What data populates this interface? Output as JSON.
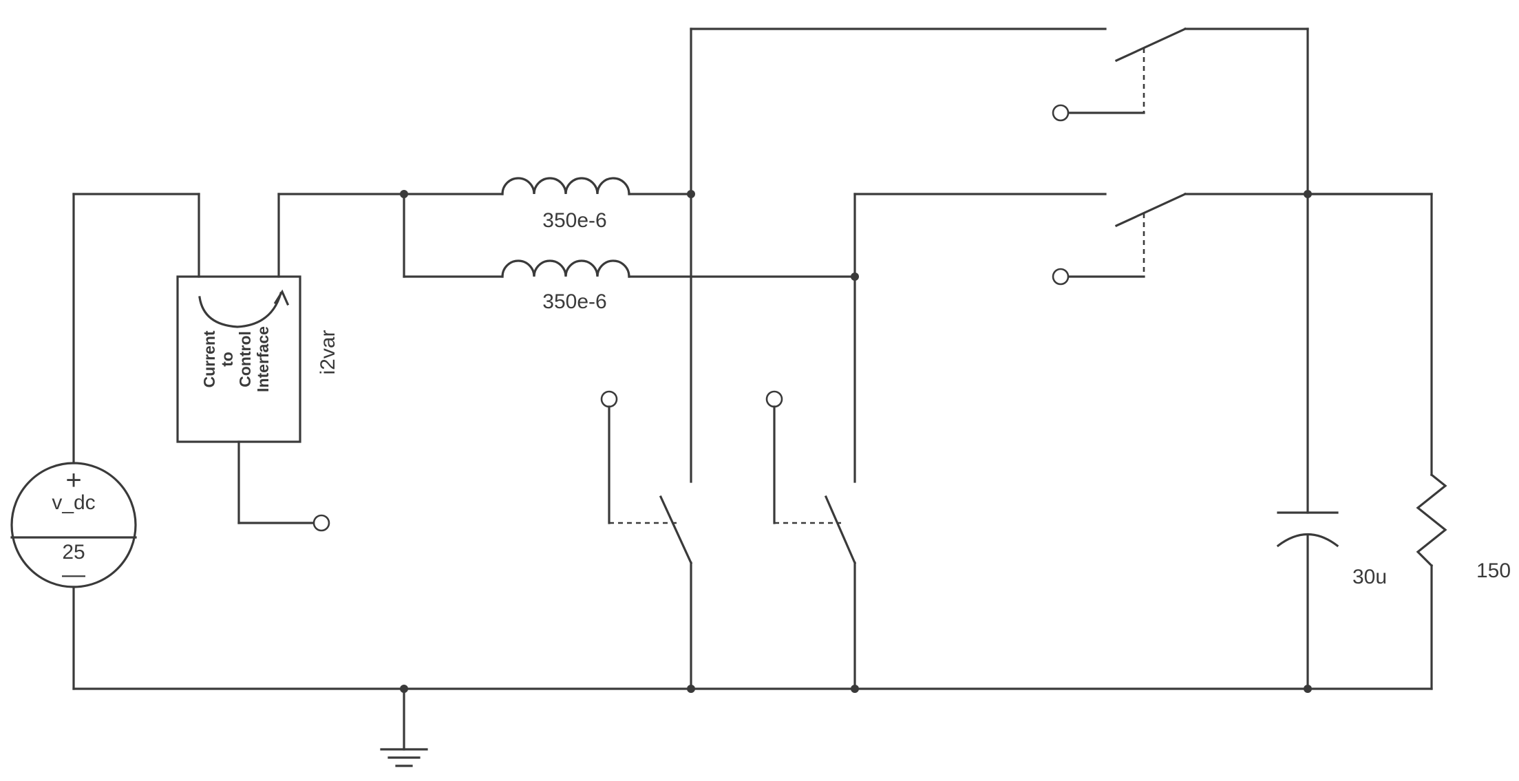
{
  "source": {
    "name": "v_dc",
    "value": "25",
    "plus": "+",
    "minus": "—"
  },
  "sensor": {
    "lines": [
      "Current",
      "to",
      "Control",
      "Interface"
    ],
    "name": "i2var"
  },
  "inductors": [
    {
      "value": "350e-6"
    },
    {
      "value": "350e-6"
    }
  ],
  "capacitor": {
    "value": "30u"
  },
  "resistor": {
    "value": "150"
  },
  "icons": [
    "dc-voltage-source",
    "current-sensor",
    "inductor",
    "switch",
    "capacitor",
    "resistor",
    "ground",
    "terminal"
  ]
}
